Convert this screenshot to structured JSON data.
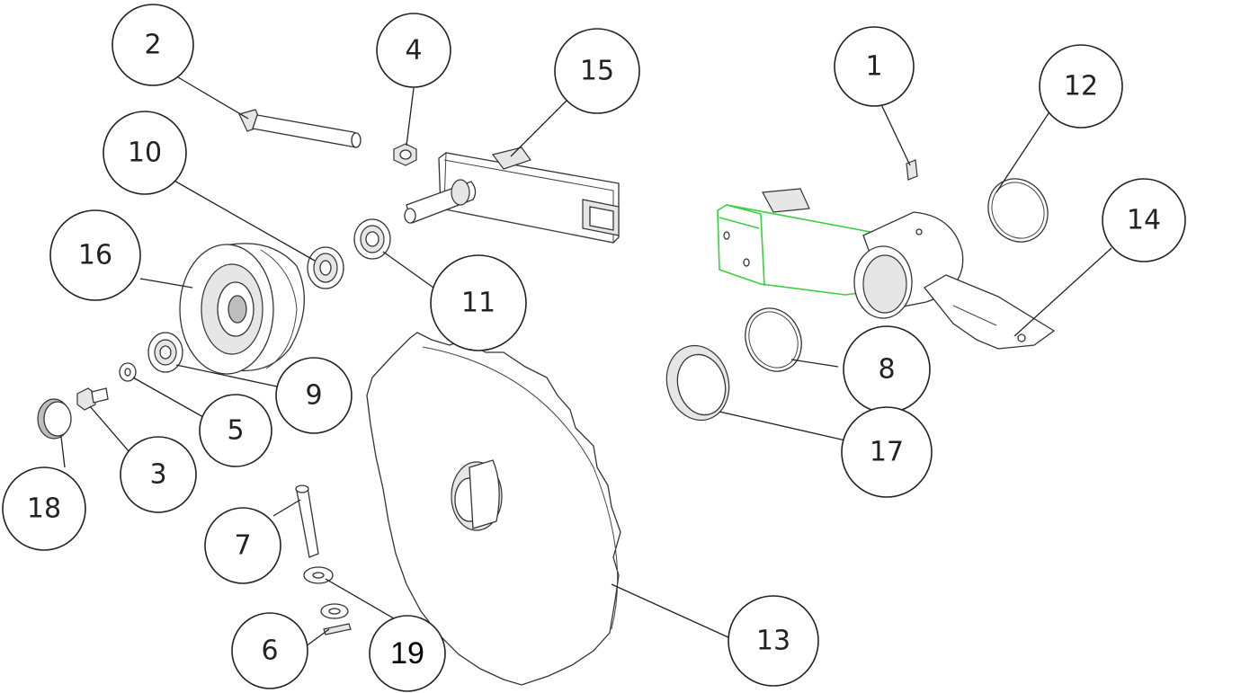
{
  "callouts": [
    {
      "id": "2",
      "label": "2"
    },
    {
      "id": "4",
      "label": "4"
    },
    {
      "id": "15",
      "label": "15"
    },
    {
      "id": "1",
      "label": "1"
    },
    {
      "id": "12",
      "label": "12"
    },
    {
      "id": "10",
      "label": "10"
    },
    {
      "id": "14",
      "label": "14"
    },
    {
      "id": "16",
      "label": "16"
    },
    {
      "id": "11",
      "label": "11"
    },
    {
      "id": "8",
      "label": "8"
    },
    {
      "id": "9",
      "label": "9"
    },
    {
      "id": "5",
      "label": "5"
    },
    {
      "id": "17",
      "label": "17"
    },
    {
      "id": "3",
      "label": "3"
    },
    {
      "id": "18",
      "label": "18"
    },
    {
      "id": "7",
      "label": "7"
    },
    {
      "id": "6",
      "label": "6"
    },
    {
      "id": "19",
      "label": "19"
    },
    {
      "id": "13",
      "label": "13"
    }
  ],
  "colors": {
    "highlight": "#39d13f",
    "line": "#222222"
  }
}
